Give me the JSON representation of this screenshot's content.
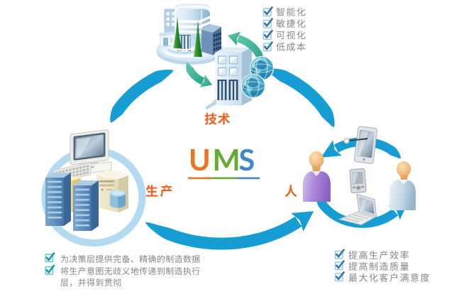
{
  "diagram": {
    "center": {
      "acronym": [
        {
          "letter": "U",
          "color": "#ee7420"
        },
        {
          "letter": "M",
          "color": "#67ab36"
        },
        {
          "letter": "S",
          "color": "#4189c8"
        }
      ],
      "underline_colors": [
        "#ee7420",
        "#67ab36",
        "#4189c8"
      ]
    },
    "nodes": {
      "tech": {
        "label": "技术"
      },
      "production": {
        "label": "生产"
      },
      "people": {
        "label": "人"
      }
    },
    "checklists": {
      "tech": {
        "items": [
          "智能化",
          "敏捷化",
          "可视化",
          "低成本"
        ]
      },
      "production": {
        "items": [
          "为决策层提供完备、精确的制造数据",
          "将生产意图无歧义地传递到制造执行层，并得到贯彻"
        ]
      },
      "people": {
        "items": [
          "提高生产效率",
          "提高制造质量",
          "最大化客户满意度"
        ]
      }
    },
    "colors": {
      "cycle_arc": "#169dd4",
      "green_arrow": "#3fbda0",
      "label_orange": "#f2611d",
      "checklist_text": "#858585",
      "checkbox_blue": "#3f729f",
      "checkbox_teal": "#1a9cb0"
    }
  }
}
